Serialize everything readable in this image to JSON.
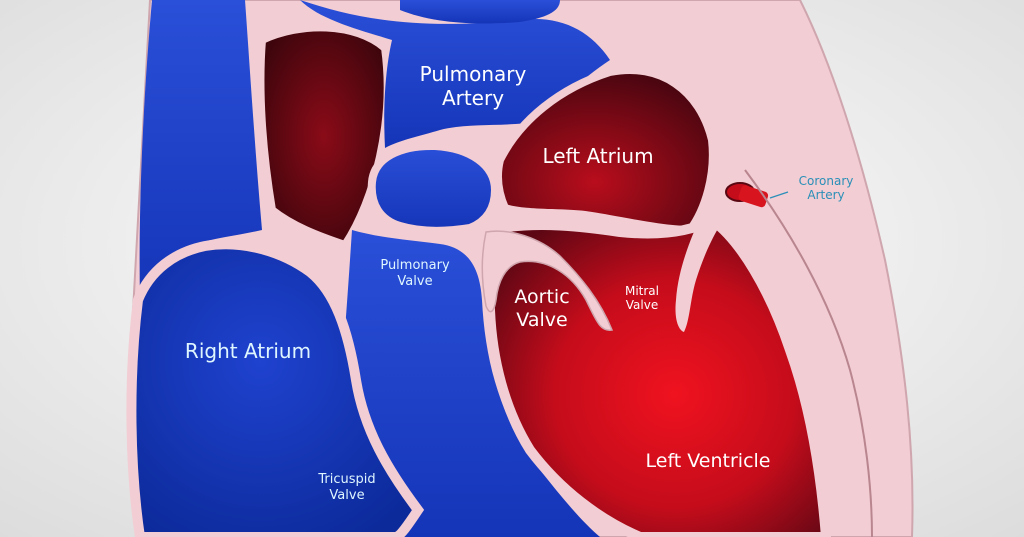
{
  "colors": {
    "background": "#e9e9e9",
    "tissue": "#f2cdd3",
    "tissue_edge": "#cfa6ae",
    "deoxygenated_blue": "#1f3fc8",
    "oxygenated_red": "#d60f1e",
    "dark_red": "#5a0712",
    "label_text_on_color": "#ffffff",
    "label_text_light": "#dff6ff",
    "callout_text": "#2a8fb8"
  },
  "labels": {
    "pulmonary_artery": "Pulmonary\nArtery",
    "left_atrium": "Left Atrium",
    "coronary_artery": "Coronary\nArtery",
    "pulmonary_valve": "Pulmonary\nValve",
    "aortic_valve": "Aortic\nValve",
    "mitral_valve": "Mitral\nValve",
    "right_atrium": "Right Atrium",
    "tricuspid_valve": "Tricuspid\nValve",
    "left_ventricle": "Left Ventricle"
  }
}
